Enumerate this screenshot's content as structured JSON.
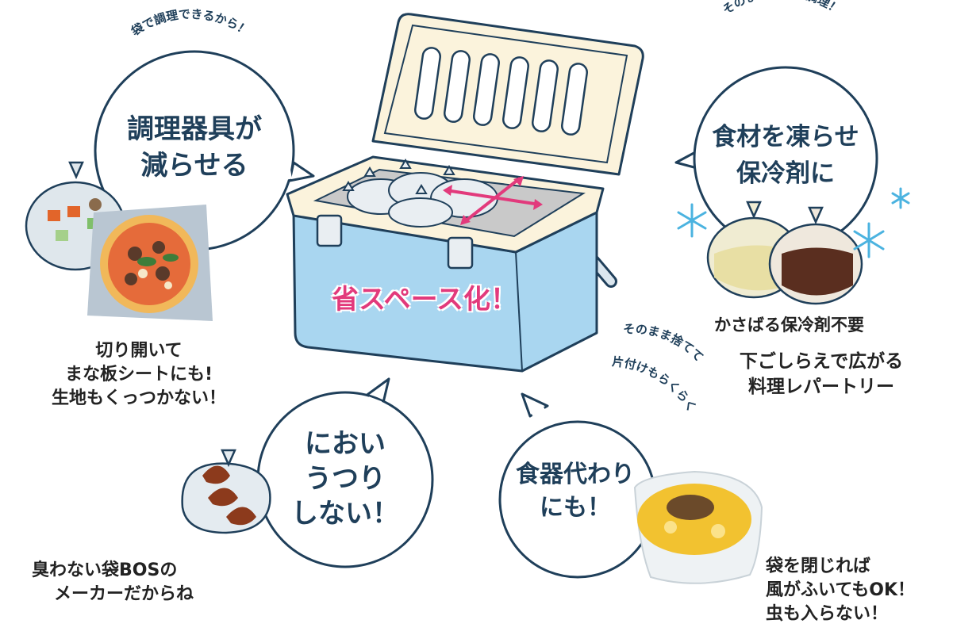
{
  "cooler_label": "省スペース化！",
  "bubbles": {
    "top_left": {
      "arc": "袋で調理できるから！",
      "line1": "調理器具が",
      "line2": "減らせる"
    },
    "top_right": {
      "arc": "そのまま解凍・調理！",
      "line1": "食材を凍らせ",
      "line2": "保冷剤に"
    },
    "bottom_center": {
      "line1": "におい",
      "line2": "うつり",
      "line3": "しない！"
    },
    "bottom_right": {
      "arc_line1": "そのまま捨てて",
      "arc_line2": "片付けもらくらく",
      "line1": "食器代わり",
      "line2": "にも！"
    }
  },
  "captions": {
    "pizza": [
      "切り開いて",
      "まな板シートにも!",
      "生地もくっつかない！"
    ],
    "icepack": [
      "かさばる保冷剤不要"
    ],
    "repertoire": [
      "下ごしらえで広がる",
      "料理レパートリー"
    ],
    "bos": [
      "臭わない袋BOSの",
      "メーカーだからね"
    ],
    "wind": [
      "袋を閉じれば",
      "風がふいてもOK！",
      "虫も入らない！"
    ]
  },
  "colors": {
    "navy": "#1f3f5a",
    "cooler_blue": "#a9d6f0",
    "cooler_rim": "#fbf3dc",
    "pink": "#e23a7c",
    "snow": "#4bb3e0"
  }
}
